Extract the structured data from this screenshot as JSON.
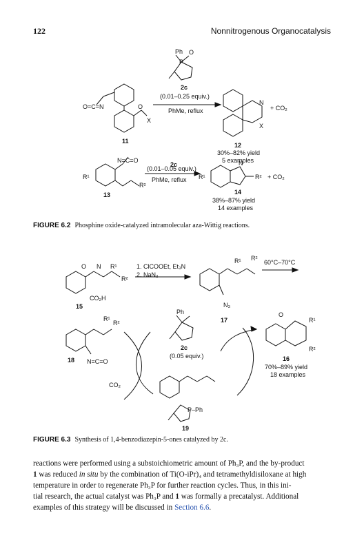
{
  "header": {
    "page_number": "122",
    "running_title": "Nonnitrogenous Organocatalysis"
  },
  "fig62": {
    "catalyst_label": "2c",
    "catalyst_ph": "Ph",
    "catalyst_o": "O",
    "catalyst_p": "P",
    "r1_conditions_1": "(0.01–0.25 equiv.)",
    "r1_conditions_2": "PhMe, reflux",
    "r1_sm_label": "11",
    "r1_prod_label": "12",
    "r1_yield": "30%–82% yield",
    "r1_examples": "5 examples",
    "r1_byproduct": "+ CO₂",
    "r2_cat_label": "2c",
    "r2_conditions_1": "(0.01–0.05 equiv.)",
    "r2_conditions_2": "PhMe, reflux",
    "r2_sm_label": "13",
    "r2_prod_label": "14",
    "r2_yield": "38%–87% yield",
    "r2_examples": "14 examples",
    "r2_byproduct": "+ CO₂",
    "caption_num": "FIGURE 6.2",
    "caption_text": "Phosphine oxide-catalyzed intramolecular aza-Wittig reactions."
  },
  "fig63": {
    "step1": "1. ClCOOEt, Et₃N",
    "step2": "2. NaN₃",
    "temp": "60°C–70°C",
    "sm_label": "15",
    "int_label": "17",
    "iso_label": "18",
    "cat_label": "2c",
    "cat_equiv": "(0.05 equiv.)",
    "prod_label": "16",
    "prod_yield": "70%–89% yield",
    "prod_examples": "18 examples",
    "ylide_label": "19",
    "co2": "CO₂",
    "caption_num": "FIGURE 6.3",
    "caption_text": "Synthesis of 1,4-benzodiazepin-5-ones catalyzed by 2c."
  },
  "body_text": {
    "l1": "reactions were performed using a substoichiometric amount of Ph₃P, and the by-product",
    "l2a": "1",
    "l2b": " was reduced ",
    "l2c": "in situ",
    "l2d": " by the combination of Ti(O-iPr)₄ and tetramethyldisiloxane at high",
    "l3": "temperature in order to regenerate Ph₃P for further reaction cycles. Thus, in this ini-",
    "l4a": "tial research, the actual catalyst was Ph₃P and ",
    "l4b": "1",
    "l4c": " was formally a precatalyst. Additional",
    "l5a": "examples of this strategy will be discussed in ",
    "l5b": "Section 6.6",
    "l5c": "."
  }
}
